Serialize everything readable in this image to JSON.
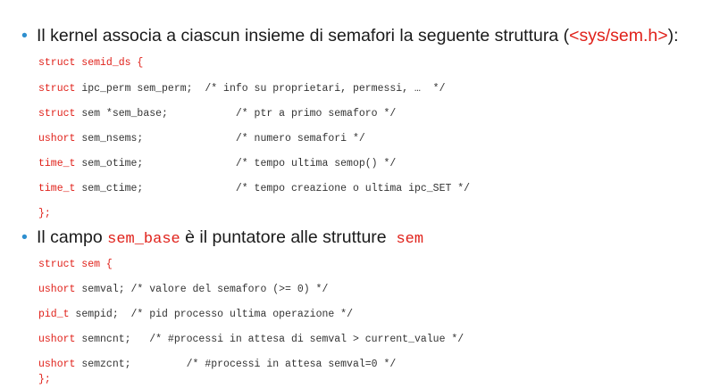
{
  "bullet1": {
    "text_before": "Il kernel associa a ciascun insieme di semafori la seguente struttura (",
    "header": "<sys/sem.h>",
    "text_after": "):"
  },
  "code1": [
    {
      "k": "struct semid_ds {",
      "t": ""
    },
    {
      "k": "struct ",
      "t": "ipc_perm sem_perm;  /* info su proprietari, permessi, …  */"
    },
    {
      "k": "struct ",
      "t": "sem *sem_base;           /* ptr a primo semaforo */"
    },
    {
      "k": "ushort ",
      "t": "sem_nsems;               /* numero semafori */"
    },
    {
      "k": "time_t ",
      "t": "sem_otime;               /* tempo ultima semop() */"
    },
    {
      "k": "time_t ",
      "t": "sem_ctime;               /* tempo creazione o ultima ipc_SET */"
    },
    {
      "k": "};",
      "t": ""
    }
  ],
  "bullet2": {
    "text_before": "Il campo ",
    "code_a": "sem_base",
    "text_mid": " è il puntatore alle strutture  ",
    "code_b": "sem"
  },
  "code2": [
    {
      "k": "struct sem {",
      "t": ""
    },
    {
      "k": "ushort ",
      "t": "semval; /* valore del semaforo (>= 0) */"
    },
    {
      "k": "pid_t ",
      "t": "sempid;  /* pid processo ultima operazione */"
    },
    {
      "k": "ushort ",
      "t": "semncnt;   /* #processi in attesa di semval > current_value */"
    },
    {
      "k": "ushort ",
      "t": "semzcnt;         /* #processi in attesa semval=0 */"
    },
    {
      "k": "};",
      "t": ""
    }
  ],
  "colors": {
    "bullet": "#2e8fcf",
    "accent_red": "#e0211a",
    "text": "#1a1a1a"
  }
}
